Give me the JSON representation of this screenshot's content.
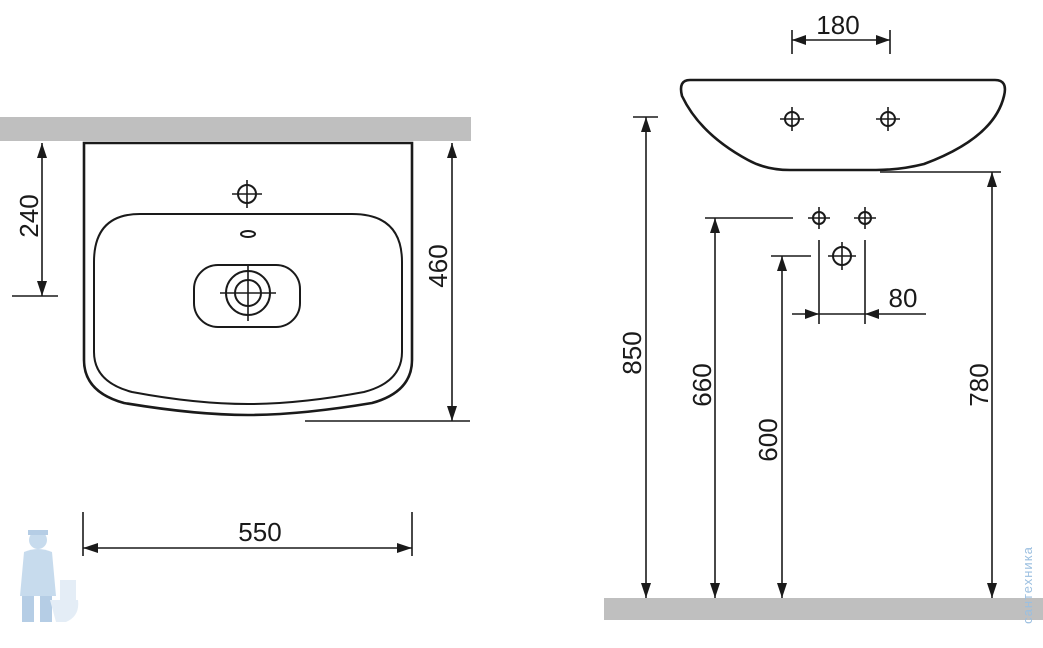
{
  "top_view": {
    "dim_depth_to_tap": "240",
    "dim_depth_total": "460",
    "dim_width": "550"
  },
  "side_view": {
    "dim_tap_spacing": "180",
    "dim_rim_height": "850",
    "dim_supply_height": "660",
    "dim_waste_height": "600",
    "dim_bottom_height": "780",
    "dim_supply_spacing": "80"
  },
  "watermark": {
    "text": "сантехника",
    "mascot_icon": "plumber-mascot-icon"
  },
  "colors": {
    "line": "#1a1a1a",
    "wall": "#bfbfbf",
    "watermark": "#9bbfe0"
  }
}
